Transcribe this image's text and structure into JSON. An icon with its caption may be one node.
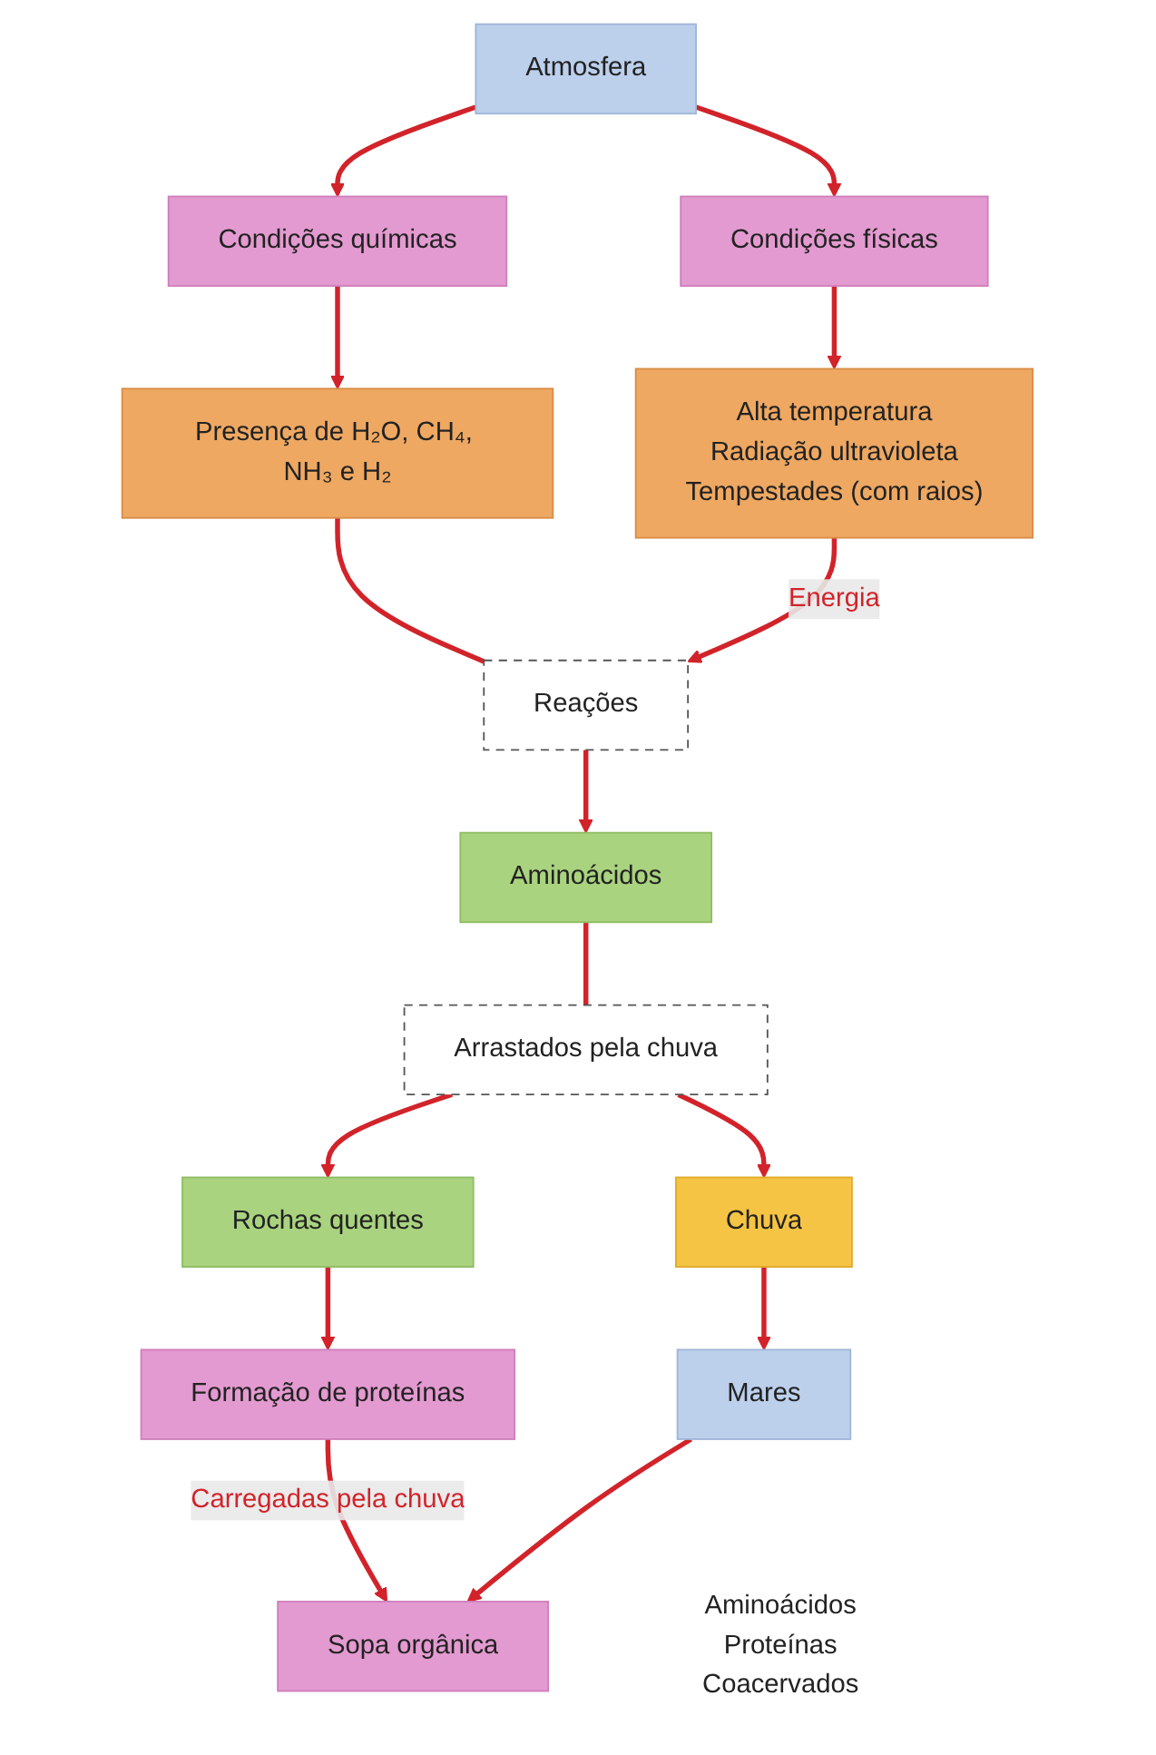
{
  "diagram": {
    "nodes": [
      {
        "text": [
          "Atmosfera"
        ]
      },
      {
        "text": [
          "Condições químicas"
        ]
      },
      {
        "text": [
          "Condições físicas"
        ]
      },
      {
        "text": [
          "Presença de H₂O, CH₄, NH₃ e H₂"
        ]
      },
      {
        "text": [
          "Alta temperatura",
          "Radiação ultravioleta",
          "Tempestades (com raios)"
        ]
      },
      {
        "text": [
          "Reações"
        ]
      },
      {
        "text": [
          "Aminoácidos"
        ]
      },
      {
        "text": [
          "Arrastados pela chuva"
        ]
      },
      {
        "text": [
          "Rochas quentes"
        ]
      },
      {
        "text": [
          "Chuva"
        ]
      },
      {
        "text": [
          "Mares"
        ]
      },
      {
        "text": [
          "Formação de proteínas"
        ]
      },
      {
        "text": [
          "Sopa orgânica"
        ],
        "beside": [
          "Aminoácidos",
          "Proteínas",
          "Coacervados"
        ]
      }
    ],
    "edges": [
      {
        "from": 0,
        "to": 1,
        "arrow": "to"
      },
      {
        "from": 0,
        "to": 2,
        "arrow": "to"
      },
      {
        "from": 1,
        "to": 3,
        "arrow": "to"
      },
      {
        "from": 2,
        "to": 4,
        "arrow": "to"
      },
      {
        "from": 3,
        "to": 5,
        "arrow": "none"
      },
      {
        "from": 4,
        "to": 5,
        "arrow": "to",
        "label": "Energia"
      },
      {
        "from": 5,
        "to": 6,
        "arrow": "to"
      },
      {
        "from": 6,
        "to": 7,
        "arrow": "none"
      },
      {
        "from": 7,
        "to": 8,
        "arrow": "to"
      },
      {
        "from": 7,
        "to": 9,
        "arrow": "to"
      },
      {
        "from": 8,
        "to": 11,
        "arrow": "to"
      },
      {
        "from": 9,
        "to": 10,
        "arrow": "to"
      },
      {
        "from": 10,
        "to": 12,
        "arrow": "to"
      },
      {
        "from": 11,
        "to": 12,
        "arrow": "to",
        "label": "Carregadas pela chuva"
      }
    ]
  }
}
